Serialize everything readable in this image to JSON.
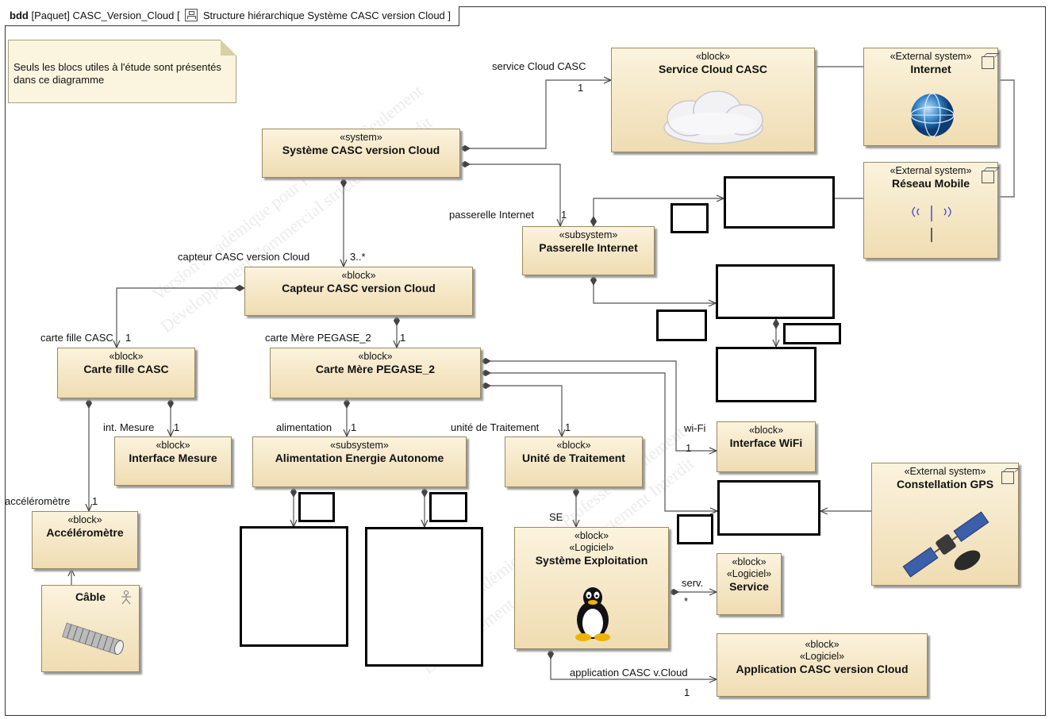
{
  "frame": {
    "kind": "bdd",
    "header_pre": "[Paquet] CASC_Version_Cloud [",
    "header_post": "Structure hiérarchique Système CASC version Cloud ]"
  },
  "note": "Seuls les blocs utiles à l'étude sont présentés dans ce diagramme",
  "blocks": {
    "systeme": {
      "stereo": "«system»",
      "name": "Système CASC version Cloud"
    },
    "service_cloud": {
      "stereo": "«block»",
      "name": "Service Cloud CASC"
    },
    "internet": {
      "stereo": "«External system»",
      "name": "Internet"
    },
    "reseau_mobile": {
      "stereo": "«External system»",
      "name": "Réseau Mobile"
    },
    "passerelle": {
      "stereo": "«subsystem»",
      "name": "Passerelle Internet"
    },
    "capteur": {
      "stereo": "«block»",
      "name": "Capteur CASC version Cloud"
    },
    "carte_fille": {
      "stereo": "«block»",
      "name": "Carte fille CASC"
    },
    "carte_mere": {
      "stereo": "«block»",
      "name": "Carte Mère PEGASE_2"
    },
    "interface_mesure": {
      "stereo": "«block»",
      "name": "Interface Mesure"
    },
    "alimentation": {
      "stereo": "«subsystem»",
      "name": "Alimentation Energie Autonome"
    },
    "unite": {
      "stereo": "«block»",
      "name": "Unité de Traitement"
    },
    "wifi": {
      "stereo": "«block»",
      "name": "Interface WiFi"
    },
    "gps": {
      "stereo": "«External system»",
      "name": "Constellation GPS"
    },
    "accelerometre": {
      "stereo": "«block»",
      "name": "Accéléromètre"
    },
    "cable": {
      "name": "Câble"
    },
    "systeme_exploitation": {
      "stereo1": "«block»",
      "stereo2": "«Logiciel»",
      "name": "Système Exploitation"
    },
    "service": {
      "stereo1": "«block»",
      "stereo2": "«Logiciel»",
      "name": "Service"
    },
    "application": {
      "stereo1": "«block»",
      "stereo2": "«Logiciel»",
      "name": "Application CASC version Cloud"
    }
  },
  "roles": {
    "service_cloud": "service Cloud CASC",
    "service_cloud_mult": "1",
    "passerelle": "passerelle Internet",
    "passerelle_mult": "1",
    "capteur": "capteur CASC version Cloud",
    "capteur_mult": "3..*",
    "carte_fille": "carte fille CASC",
    "carte_fille_mult": "1",
    "carte_mere": "carte Mère PEGASE_2",
    "carte_mere_mult": "1",
    "mesure": "int. Mesure",
    "mesure_mult": "1",
    "alimentation": "alimentation",
    "alimentation_mult": "1",
    "unite": "unité de Traitement",
    "unite_mult": "1",
    "wifi": "wi-Fi",
    "wifi_mult": "1",
    "accelerometre": "accéléromètre",
    "accelerometre_mult": "1",
    "se": "SE",
    "serv": "serv.",
    "serv_mult": "*",
    "application": "application CASC v.Cloud",
    "application_mult": "1"
  },
  "watermarks": [
    "Version Académique pour Professeur Seulement",
    "Développement Commercial strictement Interdit",
    "Version Académique pour Professeur Seulement",
    "Développement Commercial strictement Interdit"
  ]
}
